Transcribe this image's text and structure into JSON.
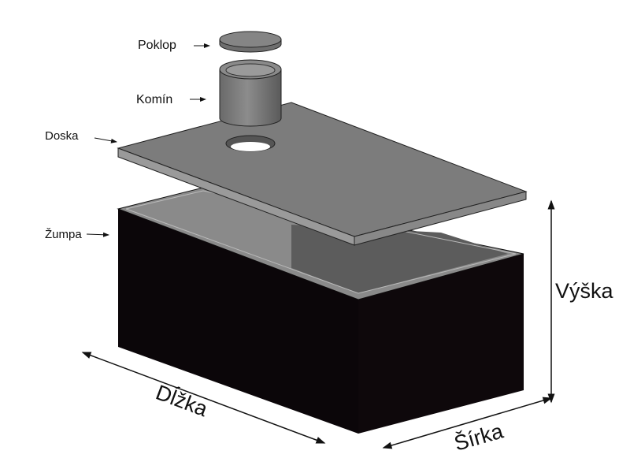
{
  "labels": {
    "poklop": "Poklop",
    "komin": "Komín",
    "doska": "Doska",
    "zumpa": "Žumpa",
    "vyska": "Výška",
    "dlzka": "Dĺžka",
    "sirka": "Šírka"
  },
  "colors": {
    "tank": "#0b0609",
    "concrete": "#7a7a7a",
    "concrete_dark": "#5e5e5e"
  }
}
